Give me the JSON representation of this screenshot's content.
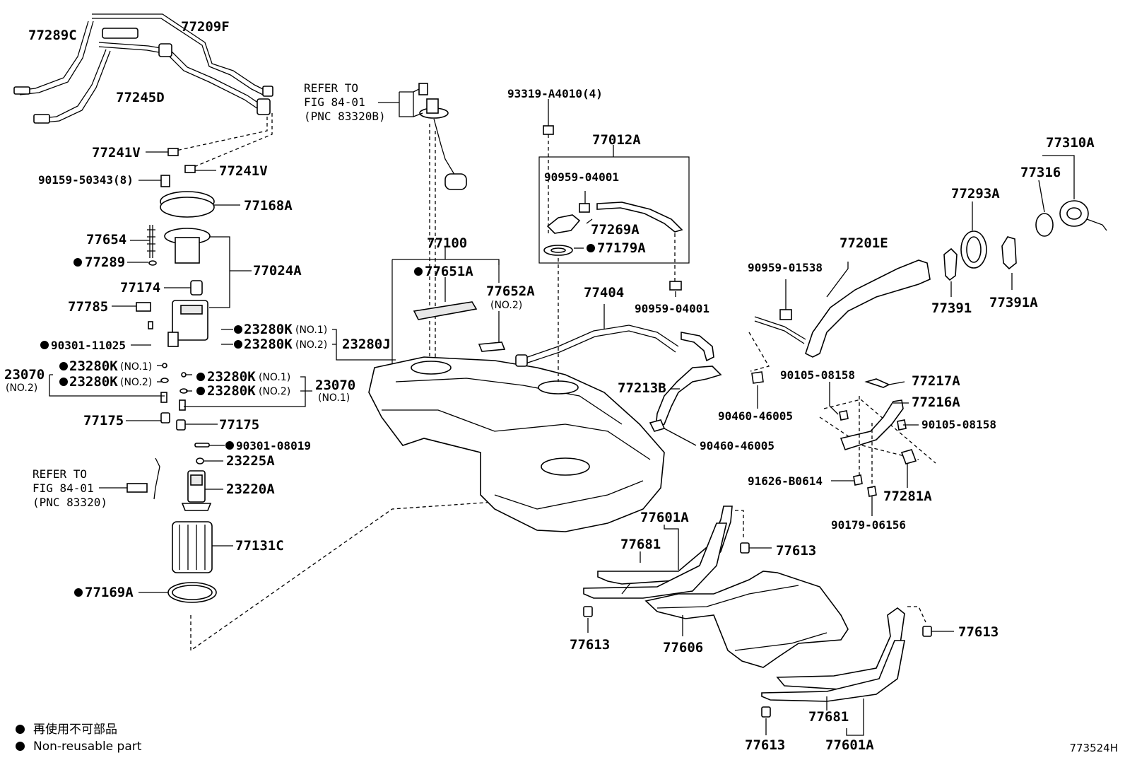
{
  "labels": {
    "p77289C": "77289C",
    "p77209F": "77209F",
    "p77245D": "77245D",
    "p77241V_a": "77241V",
    "p77241V_b": "77241V",
    "p90159": "90159-50343(8)",
    "p77168A": "77168A",
    "p77654": "77654",
    "p77289": "77289",
    "p77024A": "77024A",
    "p77174": "77174",
    "p77785": "77785",
    "p90301_11025": "90301-11025",
    "p23280K_1": "23280K",
    "p23280K_2": "23280K",
    "p23280J": "23280J",
    "p23070_left": "23070",
    "p23070_left_sub": "(NO.2)",
    "p23280K_3": "23280K",
    "p23280K_4": "23280K",
    "p23280K_5": "23280K",
    "p23280K_6": "23280K",
    "p23070_right": "23070",
    "p23070_right_sub": "(NO.1)",
    "p77175_a": "77175",
    "p77175_b": "77175",
    "p90301_08019": "90301-08019",
    "p23225A": "23225A",
    "p23220A": "23220A",
    "p77131C": "77131C",
    "p77169A": "77169A",
    "ref1_line1": "REFER TO",
    "ref1_line2": "FIG 84-01",
    "ref1_line3": "(PNC 83320B)",
    "ref2_line1": "REFER TO",
    "ref2_line2": "FIG 84-01",
    "ref2_line3": "(PNC 83320)",
    "p77100": "77100",
    "p77651A": "77651A",
    "p77652A": "77652A",
    "p77652A_sub": "(NO.2)",
    "p93319": "93319-A4010(4)",
    "p77012A": "77012A",
    "p90959_04001_a": "90959-04001",
    "p77269A": "77269A",
    "p77179A": "77179A",
    "p90959_04001_b": "90959-04001",
    "p77404": "77404",
    "p77213B": "77213B",
    "p90460_46005_a": "90460-46005",
    "p90460_46005_b": "90460-46005",
    "p77310A": "77310A",
    "p77316": "77316",
    "p77293A": "77293A",
    "p77201E": "77201E",
    "p90959_01538": "90959-01538",
    "p77391": "77391",
    "p77391A": "77391A",
    "p90105_08158_a": "90105-08158",
    "p77217A": "77217A",
    "p77216A": "77216A",
    "p90105_08158_b": "90105-08158",
    "p91626": "91626-B0614",
    "p77281A": "77281A",
    "p90179": "90179-06156",
    "p77601A_a": "77601A",
    "p77681_a": "77681",
    "p77613_a": "77613",
    "p77613_b": "77613",
    "p77606": "77606",
    "p77613_c": "77613",
    "p77681_b": "77681",
    "p77613_d": "77613",
    "p77601A_b": "77601A",
    "no1": "(NO.1)",
    "no2": "(NO.2)"
  },
  "legend": {
    "line1": "再使用不可部品",
    "line2": "Non-reusable part"
  },
  "figure_code": "773524H"
}
